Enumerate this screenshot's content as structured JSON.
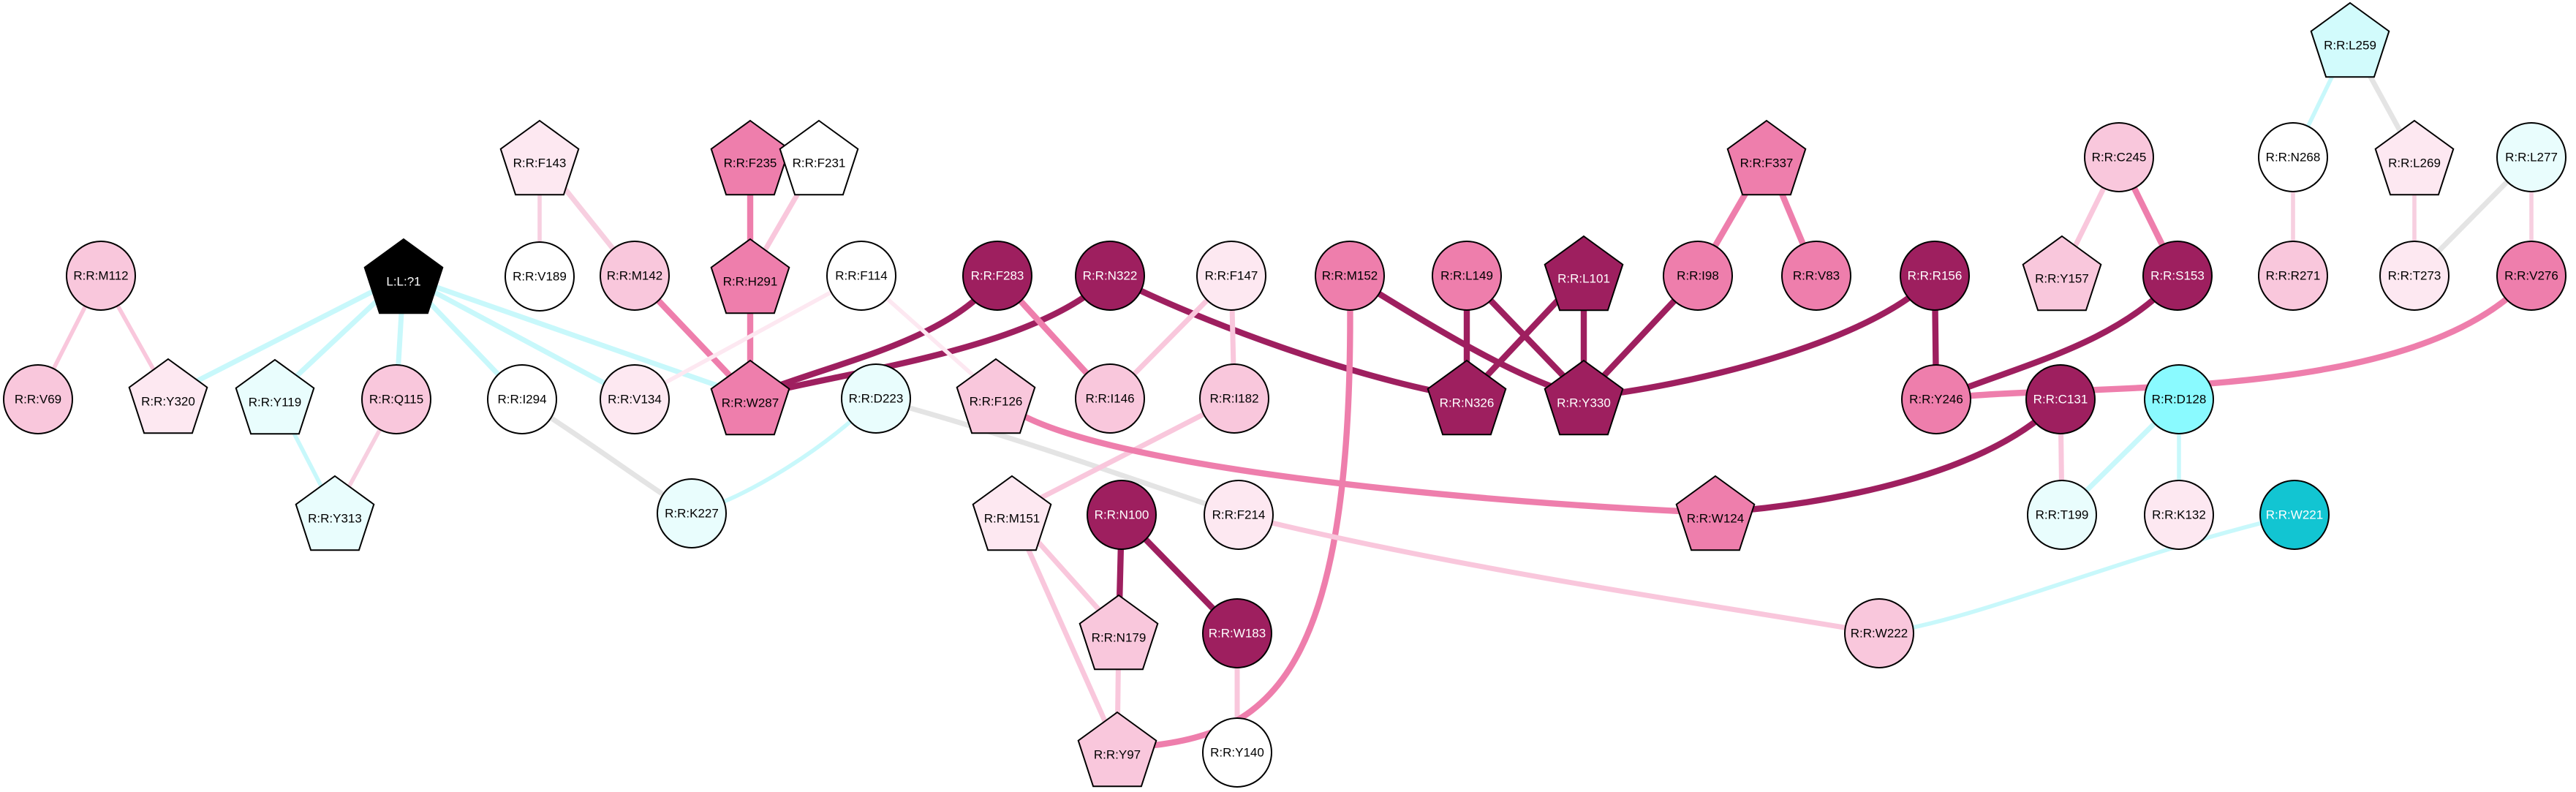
{
  "graph": {
    "palette": {
      "black": "#000000",
      "dark_magenta": "#9e1f5f",
      "pink": "#ee7eac",
      "light_pink": "#f9c7dc",
      "pale_pink": "#fde8f1",
      "white": "#ffffff",
      "pale_cyan": "#e9fdfd",
      "light_cyan": "#d2fbfc",
      "cyan": "#8afaff",
      "teal": "#12c5d2",
      "grey_edge": "#e4e4e4",
      "cyan_edge": "#c8f8fb",
      "pale_pink_edge": "#f7cfe0"
    },
    "nodes": [
      {
        "id": "M112",
        "label": "R:R:M112",
        "shape": "circle",
        "fill": "light_pink"
      },
      {
        "id": "V69",
        "label": "R:R:V69",
        "shape": "circle",
        "fill": "light_pink"
      },
      {
        "id": "Y320",
        "label": "R:R:Y320",
        "shape": "pentagon",
        "fill": "pale_pink"
      },
      {
        "id": "L71",
        "label": "L:L:?1",
        "shape": "pentagon",
        "fill": "black"
      },
      {
        "id": "Y119",
        "label": "R:R:Y119",
        "shape": "pentagon",
        "fill": "pale_cyan"
      },
      {
        "id": "Q115",
        "label": "R:R:Q115",
        "shape": "circle",
        "fill": "light_pink"
      },
      {
        "id": "Y313",
        "label": "R:R:Y313",
        "shape": "pentagon",
        "fill": "pale_cyan"
      },
      {
        "id": "F143",
        "label": "R:R:F143",
        "shape": "pentagon",
        "fill": "pale_pink"
      },
      {
        "id": "V189",
        "label": "R:R:V189",
        "shape": "circle",
        "fill": "white"
      },
      {
        "id": "I294",
        "label": "R:R:I294",
        "shape": "circle",
        "fill": "white"
      },
      {
        "id": "M142",
        "label": "R:R:M142",
        "shape": "circle",
        "fill": "light_pink"
      },
      {
        "id": "V134",
        "label": "R:R:V134",
        "shape": "circle",
        "fill": "pale_pink"
      },
      {
        "id": "F235",
        "label": "R:R:F235",
        "shape": "pentagon",
        "fill": "pink"
      },
      {
        "id": "H291",
        "label": "R:R:H291",
        "shape": "pentagon",
        "fill": "pink"
      },
      {
        "id": "F231",
        "label": "R:R:F231",
        "shape": "pentagon",
        "fill": "white"
      },
      {
        "id": "W287",
        "label": "R:R:W287",
        "shape": "pentagon",
        "fill": "pink"
      },
      {
        "id": "F114",
        "label": "R:R:F114",
        "shape": "circle",
        "fill": "white"
      },
      {
        "id": "D223",
        "label": "R:R:D223",
        "shape": "circle",
        "fill": "pale_cyan"
      },
      {
        "id": "K227",
        "label": "R:R:K227",
        "shape": "circle",
        "fill": "pale_cyan"
      },
      {
        "id": "F283",
        "label": "R:R:F283",
        "shape": "circle",
        "fill": "dark_magenta"
      },
      {
        "id": "N322",
        "label": "R:R:N322",
        "shape": "circle",
        "fill": "dark_magenta"
      },
      {
        "id": "F126",
        "label": "R:R:F126",
        "shape": "pentagon",
        "fill": "light_pink"
      },
      {
        "id": "I146",
        "label": "R:R:I146",
        "shape": "circle",
        "fill": "light_pink"
      },
      {
        "id": "F147",
        "label": "R:R:F147",
        "shape": "circle",
        "fill": "pale_pink"
      },
      {
        "id": "I182",
        "label": "R:R:I182",
        "shape": "circle",
        "fill": "light_pink"
      },
      {
        "id": "M151",
        "label": "R:R:M151",
        "shape": "pentagon",
        "fill": "pale_pink"
      },
      {
        "id": "F214",
        "label": "R:R:F214",
        "shape": "circle",
        "fill": "pale_pink"
      },
      {
        "id": "N100",
        "label": "R:R:N100",
        "shape": "circle",
        "fill": "dark_magenta"
      },
      {
        "id": "N179",
        "label": "R:R:N179",
        "shape": "pentagon",
        "fill": "light_pink"
      },
      {
        "id": "W183",
        "label": "R:R:W183",
        "shape": "circle",
        "fill": "dark_magenta"
      },
      {
        "id": "Y97",
        "label": "R:R:Y97",
        "shape": "pentagon",
        "fill": "light_pink"
      },
      {
        "id": "Y140",
        "label": "R:R:Y140",
        "shape": "circle",
        "fill": "white"
      },
      {
        "id": "M152",
        "label": "R:R:M152",
        "shape": "circle",
        "fill": "pink"
      },
      {
        "id": "L149",
        "label": "R:R:L149",
        "shape": "circle",
        "fill": "pink"
      },
      {
        "id": "N326",
        "label": "R:R:N326",
        "shape": "pentagon",
        "fill": "dark_magenta"
      },
      {
        "id": "L101",
        "label": "R:R:L101",
        "shape": "pentagon",
        "fill": "dark_magenta"
      },
      {
        "id": "Y330",
        "label": "R:R:Y330",
        "shape": "pentagon",
        "fill": "dark_magenta"
      },
      {
        "id": "F337",
        "label": "R:R:F337",
        "shape": "pentagon",
        "fill": "pink"
      },
      {
        "id": "I98",
        "label": "R:R:I98",
        "shape": "circle",
        "fill": "pink"
      },
      {
        "id": "V83",
        "label": "R:R:V83",
        "shape": "circle",
        "fill": "pink"
      },
      {
        "id": "R156",
        "label": "R:R:R156",
        "shape": "circle",
        "fill": "dark_magenta"
      },
      {
        "id": "W124",
        "label": "R:R:W124",
        "shape": "pentagon",
        "fill": "pink"
      },
      {
        "id": "C245",
        "label": "R:R:C245",
        "shape": "circle",
        "fill": "light_pink"
      },
      {
        "id": "Y157",
        "label": "R:R:Y157",
        "shape": "pentagon",
        "fill": "light_pink"
      },
      {
        "id": "S153",
        "label": "R:R:S153",
        "shape": "circle",
        "fill": "dark_magenta"
      },
      {
        "id": "Y246",
        "label": "R:R:Y246",
        "shape": "circle",
        "fill": "pink"
      },
      {
        "id": "C131",
        "label": "R:R:C131",
        "shape": "circle",
        "fill": "dark_magenta"
      },
      {
        "id": "T199",
        "label": "R:R:T199",
        "shape": "circle",
        "fill": "pale_cyan"
      },
      {
        "id": "D128",
        "label": "R:R:D128",
        "shape": "circle",
        "fill": "cyan"
      },
      {
        "id": "K132",
        "label": "R:R:K132",
        "shape": "circle",
        "fill": "pale_pink"
      },
      {
        "id": "W222",
        "label": "R:R:W222",
        "shape": "circle",
        "fill": "light_pink"
      },
      {
        "id": "W221",
        "label": "R:R:W221",
        "shape": "circle",
        "fill": "teal"
      },
      {
        "id": "L259",
        "label": "R:R:L259",
        "shape": "pentagon",
        "fill": "light_cyan"
      },
      {
        "id": "N268",
        "label": "R:R:N268",
        "shape": "circle",
        "fill": "white"
      },
      {
        "id": "L269",
        "label": "R:R:L269",
        "shape": "pentagon",
        "fill": "pale_pink"
      },
      {
        "id": "R271",
        "label": "R:R:R271",
        "shape": "circle",
        "fill": "light_pink"
      },
      {
        "id": "T273",
        "label": "R:R:T273",
        "shape": "circle",
        "fill": "pale_pink"
      },
      {
        "id": "L277",
        "label": "R:R:L277",
        "shape": "circle",
        "fill": "pale_cyan"
      },
      {
        "id": "V276",
        "label": "R:R:V276",
        "shape": "circle",
        "fill": "pink"
      }
    ],
    "edges": [
      {
        "source": "M112",
        "target": "V69",
        "color": "light_pink",
        "weight": 4
      },
      {
        "source": "M112",
        "target": "Y320",
        "color": "light_pink",
        "weight": 4
      },
      {
        "source": "L71",
        "target": "Y320",
        "color": "cyan_edge",
        "weight": 5
      },
      {
        "source": "L71",
        "target": "Y119",
        "color": "cyan_edge",
        "weight": 5
      },
      {
        "source": "L71",
        "target": "Q115",
        "color": "cyan_edge",
        "weight": 5
      },
      {
        "source": "L71",
        "target": "I294",
        "color": "cyan_edge",
        "weight": 5
      },
      {
        "source": "L71",
        "target": "V134",
        "color": "cyan_edge",
        "weight": 5
      },
      {
        "source": "L71",
        "target": "W287",
        "color": "cyan_edge",
        "weight": 5
      },
      {
        "source": "Y119",
        "target": "Y313",
        "color": "cyan_edge",
        "weight": 4
      },
      {
        "source": "Q115",
        "target": "Y313",
        "color": "pale_pink_edge",
        "weight": 4
      },
      {
        "source": "F143",
        "target": "V189",
        "color": "pale_pink_edge",
        "weight": 4
      },
      {
        "source": "F143",
        "target": "M142",
        "color": "pale_pink_edge",
        "weight": 5
      },
      {
        "source": "M142",
        "target": "W287",
        "color": "pink",
        "weight": 6
      },
      {
        "source": "F235",
        "target": "H291",
        "color": "pink",
        "weight": 6
      },
      {
        "source": "F231",
        "target": "H291",
        "color": "light_pink",
        "weight": 5
      },
      {
        "source": "H291",
        "target": "W287",
        "color": "pink",
        "weight": 6
      },
      {
        "source": "F114",
        "target": "V134",
        "color": "pale_pink",
        "weight": 4
      },
      {
        "source": "I294",
        "target": "K227",
        "color": "grey_edge",
        "weight": 5
      },
      {
        "source": "D223",
        "target": "K227",
        "color": "cyan_edge",
        "weight": 4
      },
      {
        "source": "D223",
        "target": "F214",
        "color": "grey_edge",
        "weight": 5
      },
      {
        "source": "F283",
        "target": "W287",
        "color": "dark_magenta",
        "weight": 6
      },
      {
        "source": "N322",
        "target": "W287",
        "color": "dark_magenta",
        "weight": 6
      },
      {
        "source": "F283",
        "target": "I146",
        "color": "pink",
        "weight": 6
      },
      {
        "source": "N322",
        "target": "N326",
        "color": "dark_magenta",
        "weight": 6
      },
      {
        "source": "F114",
        "target": "F126",
        "color": "pale_pink",
        "weight": 4
      },
      {
        "source": "F147",
        "target": "I146",
        "color": "light_pink",
        "weight": 5
      },
      {
        "source": "F147",
        "target": "I182",
        "color": "light_pink",
        "weight": 5
      },
      {
        "source": "I182",
        "target": "M151",
        "color": "light_pink",
        "weight": 5
      },
      {
        "source": "F126",
        "target": "W124",
        "color": "pink",
        "weight": 6
      },
      {
        "source": "M151",
        "target": "N179",
        "color": "light_pink",
        "weight": 5
      },
      {
        "source": "M151",
        "target": "Y97",
        "color": "light_pink",
        "weight": 5
      },
      {
        "source": "N100",
        "target": "N179",
        "color": "dark_magenta",
        "weight": 6
      },
      {
        "source": "N100",
        "target": "W183",
        "color": "dark_magenta",
        "weight": 6
      },
      {
        "source": "N179",
        "target": "Y97",
        "color": "light_pink",
        "weight": 5
      },
      {
        "source": "W183",
        "target": "Y140",
        "color": "light_pink",
        "weight": 5
      },
      {
        "source": "M152",
        "target": "Y97",
        "color": "pink",
        "weight": 6
      },
      {
        "source": "M152",
        "target": "Y330",
        "color": "dark_magenta",
        "weight": 6
      },
      {
        "source": "L149",
        "target": "N326",
        "color": "dark_magenta",
        "weight": 6
      },
      {
        "source": "L149",
        "target": "Y330",
        "color": "dark_magenta",
        "weight": 6
      },
      {
        "source": "L101",
        "target": "N326",
        "color": "dark_magenta",
        "weight": 6
      },
      {
        "source": "L101",
        "target": "Y330",
        "color": "dark_magenta",
        "weight": 6
      },
      {
        "source": "I98",
        "target": "Y330",
        "color": "dark_magenta",
        "weight": 6
      },
      {
        "source": "R156",
        "target": "Y330",
        "color": "dark_magenta",
        "weight": 6
      },
      {
        "source": "F337",
        "target": "I98",
        "color": "pink",
        "weight": 6
      },
      {
        "source": "F337",
        "target": "V83",
        "color": "pink",
        "weight": 6
      },
      {
        "source": "R156",
        "target": "Y246",
        "color": "dark_magenta",
        "weight": 6
      },
      {
        "source": "C245",
        "target": "Y157",
        "color": "light_pink",
        "weight": 5
      },
      {
        "source": "C245",
        "target": "S153",
        "color": "pink",
        "weight": 6
      },
      {
        "source": "S153",
        "target": "Y246",
        "color": "dark_magenta",
        "weight": 6
      },
      {
        "source": "V276",
        "target": "Y246",
        "color": "pink",
        "weight": 6
      },
      {
        "source": "C131",
        "target": "W124",
        "color": "dark_magenta",
        "weight": 6
      },
      {
        "source": "C131",
        "target": "T199",
        "color": "light_pink",
        "weight": 5
      },
      {
        "source": "D128",
        "target": "T199",
        "color": "cyan_edge",
        "weight": 5
      },
      {
        "source": "D128",
        "target": "K132",
        "color": "cyan_edge",
        "weight": 4
      },
      {
        "source": "F214",
        "target": "W222",
        "color": "light_pink",
        "weight": 5
      },
      {
        "source": "W221",
        "target": "W222",
        "color": "cyan_edge",
        "weight": 4
      },
      {
        "source": "L259",
        "target": "N268",
        "color": "cyan_edge",
        "weight": 4
      },
      {
        "source": "L259",
        "target": "L269",
        "color": "grey_edge",
        "weight": 5
      },
      {
        "source": "N268",
        "target": "R271",
        "color": "pale_pink_edge",
        "weight": 4
      },
      {
        "source": "L269",
        "target": "T273",
        "color": "pale_pink_edge",
        "weight": 4
      },
      {
        "source": "L277",
        "target": "T273",
        "color": "grey_edge",
        "weight": 5
      },
      {
        "source": "L277",
        "target": "V276",
        "color": "pale_pink_edge",
        "weight": 4
      }
    ]
  }
}
